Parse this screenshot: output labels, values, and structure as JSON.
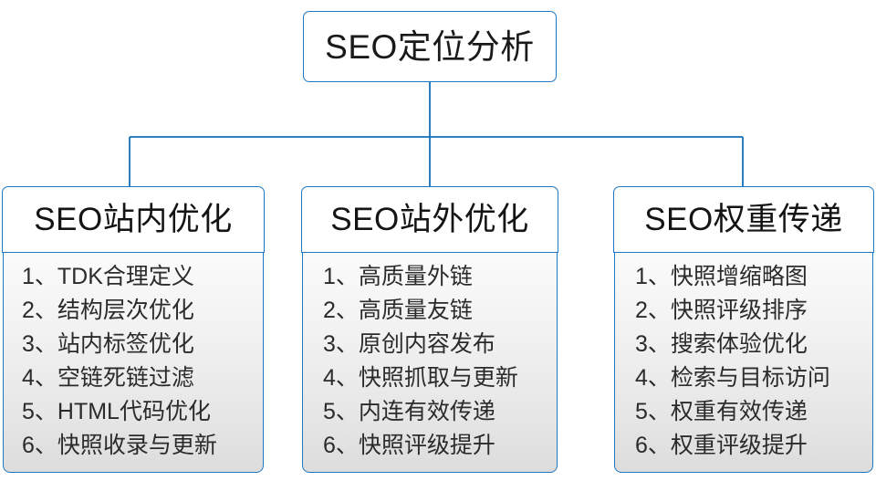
{
  "diagram": {
    "type": "org-tree",
    "line_color": "#1170b8",
    "box_border_color": "#1f78c1",
    "root": {
      "label": "SEO定位分析"
    },
    "branches": [
      {
        "header": "SEO站内优化",
        "items": [
          "1、TDK合理定义",
          "2、结构层次优化",
          "3、站内标签优化",
          "4、空链死链过滤",
          "5、HTML代码优化",
          "6、快照收录与更新"
        ]
      },
      {
        "header": "SEO站外优化",
        "items": [
          "1、高质量外链",
          "2、高质量友链",
          "3、原创内容发布",
          "4、快照抓取与更新",
          "5、内连有效传递",
          "6、快照评级提升"
        ]
      },
      {
        "header": "SEO权重传递",
        "items": [
          "1、快照增缩略图",
          "2、快照评级排序",
          "3、搜索体验优化",
          "4、检索与目标访问",
          "5、权重有效传递",
          "6、权重评级提升"
        ]
      }
    ]
  }
}
